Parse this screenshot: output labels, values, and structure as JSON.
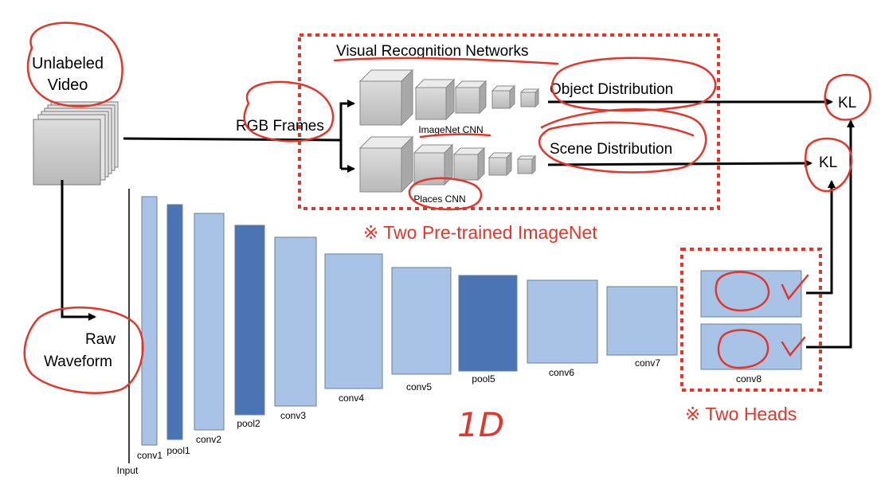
{
  "input": {
    "line1": "Unlabeled",
    "line2": "Video"
  },
  "rgb_frames": "RGB Frames",
  "vision": {
    "title": "Visual Recognition Networks",
    "object_label": "Object Distribution",
    "scene_label": "Scene Distribution",
    "imagenet_cnn": "ImageNet CNN",
    "places_cnn": "Places CNN",
    "kl": "KL"
  },
  "raw_waveform": {
    "line1": "Raw",
    "line2": "Waveform"
  },
  "layers": {
    "input": "Input",
    "conv1": "conv1",
    "pool1": "pool1",
    "conv2": "conv2",
    "pool2": "pool2",
    "conv3": "conv3",
    "conv4": "conv4",
    "conv5": "conv5",
    "pool5": "pool5",
    "conv6": "conv6",
    "conv7": "conv7",
    "conv8": "conv8"
  },
  "annotations": {
    "two_imagenet": "※ Two Pre-trained ImageNet",
    "two_heads": "※ Two Heads",
    "one_d": "1D"
  },
  "colors": {
    "light_block": "#a9c3e6",
    "dark_block": "#4a74b4",
    "annotation_red": "#e2362b",
    "cube_gray": "#c9c9c9"
  }
}
